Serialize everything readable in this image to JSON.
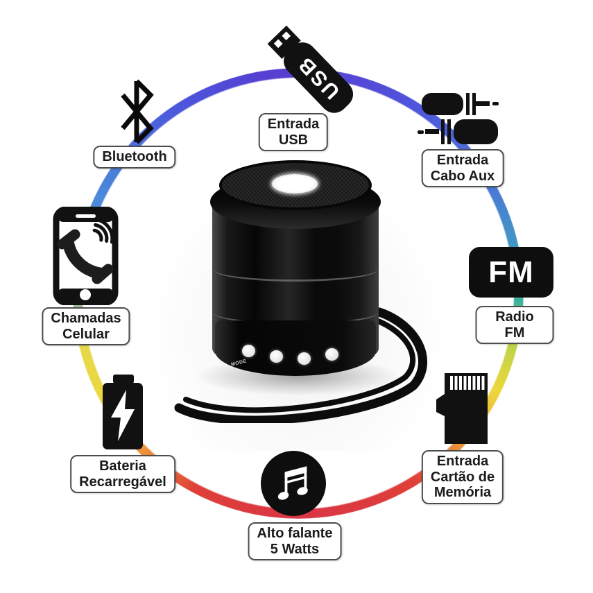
{
  "infographic": {
    "features": {
      "usb": {
        "label": "Entrada\nUSB",
        "icon": "usb-drive-icon",
        "icon_text": "USB"
      },
      "bluetooth": {
        "label": "Bluetooth",
        "icon": "bluetooth-icon"
      },
      "aux": {
        "label": "Entrada\nCabo Aux",
        "icon": "rca-cables-icon"
      },
      "calls": {
        "label": "Chamadas\nCelular",
        "icon": "phone-call-icon"
      },
      "fm": {
        "label": "Radio FM",
        "icon": "fm-radio-icon",
        "icon_text": "FM"
      },
      "battery": {
        "label": "Bateria\nRecarregável",
        "icon": "battery-charge-icon"
      },
      "memory": {
        "label": "Entrada\nCartão de\nMemória",
        "icon": "memory-card-icon"
      },
      "speaker5w": {
        "label": "Alto falante\n5 Watts",
        "icon": "music-note-icon"
      }
    },
    "speaker": {
      "visible_button_label": "MODE"
    },
    "ring_colors": {
      "top_violet": "#5a3ed0",
      "blue": "#4a7ad6",
      "teal": "#3bb29e",
      "green": "#bfd348",
      "yellow": "#ecd83c",
      "orange": "#ee9a3a",
      "red": "#d93546",
      "light_blue": "#58a0e0"
    }
  }
}
